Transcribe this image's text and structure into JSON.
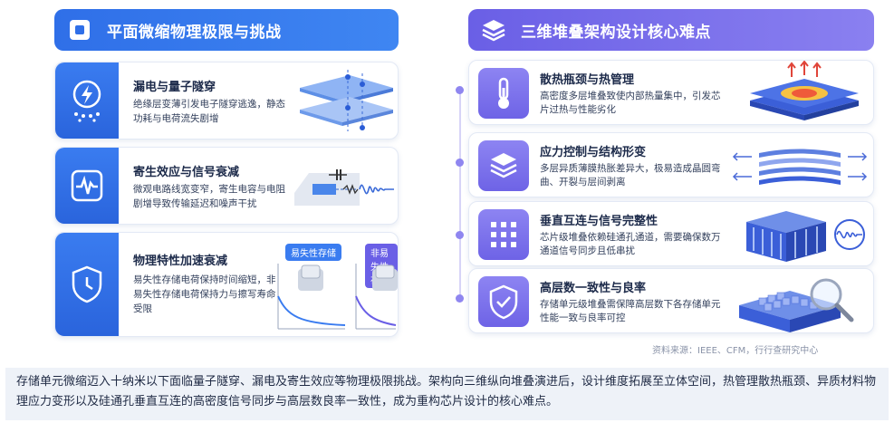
{
  "left": {
    "header": "平面微缩物理极限与挑战",
    "cards": [
      {
        "title": "漏电与量子隧穿",
        "desc": "绝缘层变薄引发电子隧穿逃逸，静态功耗与电荷流失剧增"
      },
      {
        "title": "寄生效应与信号衰减",
        "desc": "微观电路线宽变窄，寄生电容与电阻剧增导致传输延迟和噪声干扰"
      },
      {
        "title": "物理特性加速衰减",
        "desc": "易失性存储电荷保持时间缩短，非易失性存储电荷保持力与擦写寿命受限"
      }
    ],
    "volatile_tag": "易失性存储",
    "nonvolatile_tag": "非易失性存储"
  },
  "right": {
    "header": "三维堆叠架构设计核心难点",
    "cards": [
      {
        "title": "散热瓶颈与热管理",
        "desc": "高密度多层堆叠致使内部热量集中，引发芯片过热与性能劣化"
      },
      {
        "title": "应力控制与结构形变",
        "desc": "多层异质薄膜热胀差异大，极易造成晶圆弯曲、开裂与层间剥离"
      },
      {
        "title": "垂直互连与信号完整性",
        "desc": "芯片级堆叠依赖硅通孔通道，需要确保数万通道信号同步且低串扰"
      },
      {
        "title": "高层数一致性与良率",
        "desc": "存储单元级堆叠需保障高层数下各存储单元性能一致与良率可控"
      }
    ]
  },
  "source": "资料来源：IEEE、CFM，行行查研究中心",
  "summary": "存储单元微缩迈入十纳米以下面临量子隧穿、漏电及寄生效应等物理极限挑战。架构向三维纵向堆叠演进后，设计维度拓展至立体空间，热管理散热瓶颈、异质材料物理应力变形以及硅通孔垂直互连的高密度信号同步与高层数良率一致性，成为重构芯片设计的核心难点。",
  "colors": {
    "left_accent": "#2f6fe8",
    "right_accent": "#6a5fe6",
    "summary_bg": "#eef2f8"
  }
}
